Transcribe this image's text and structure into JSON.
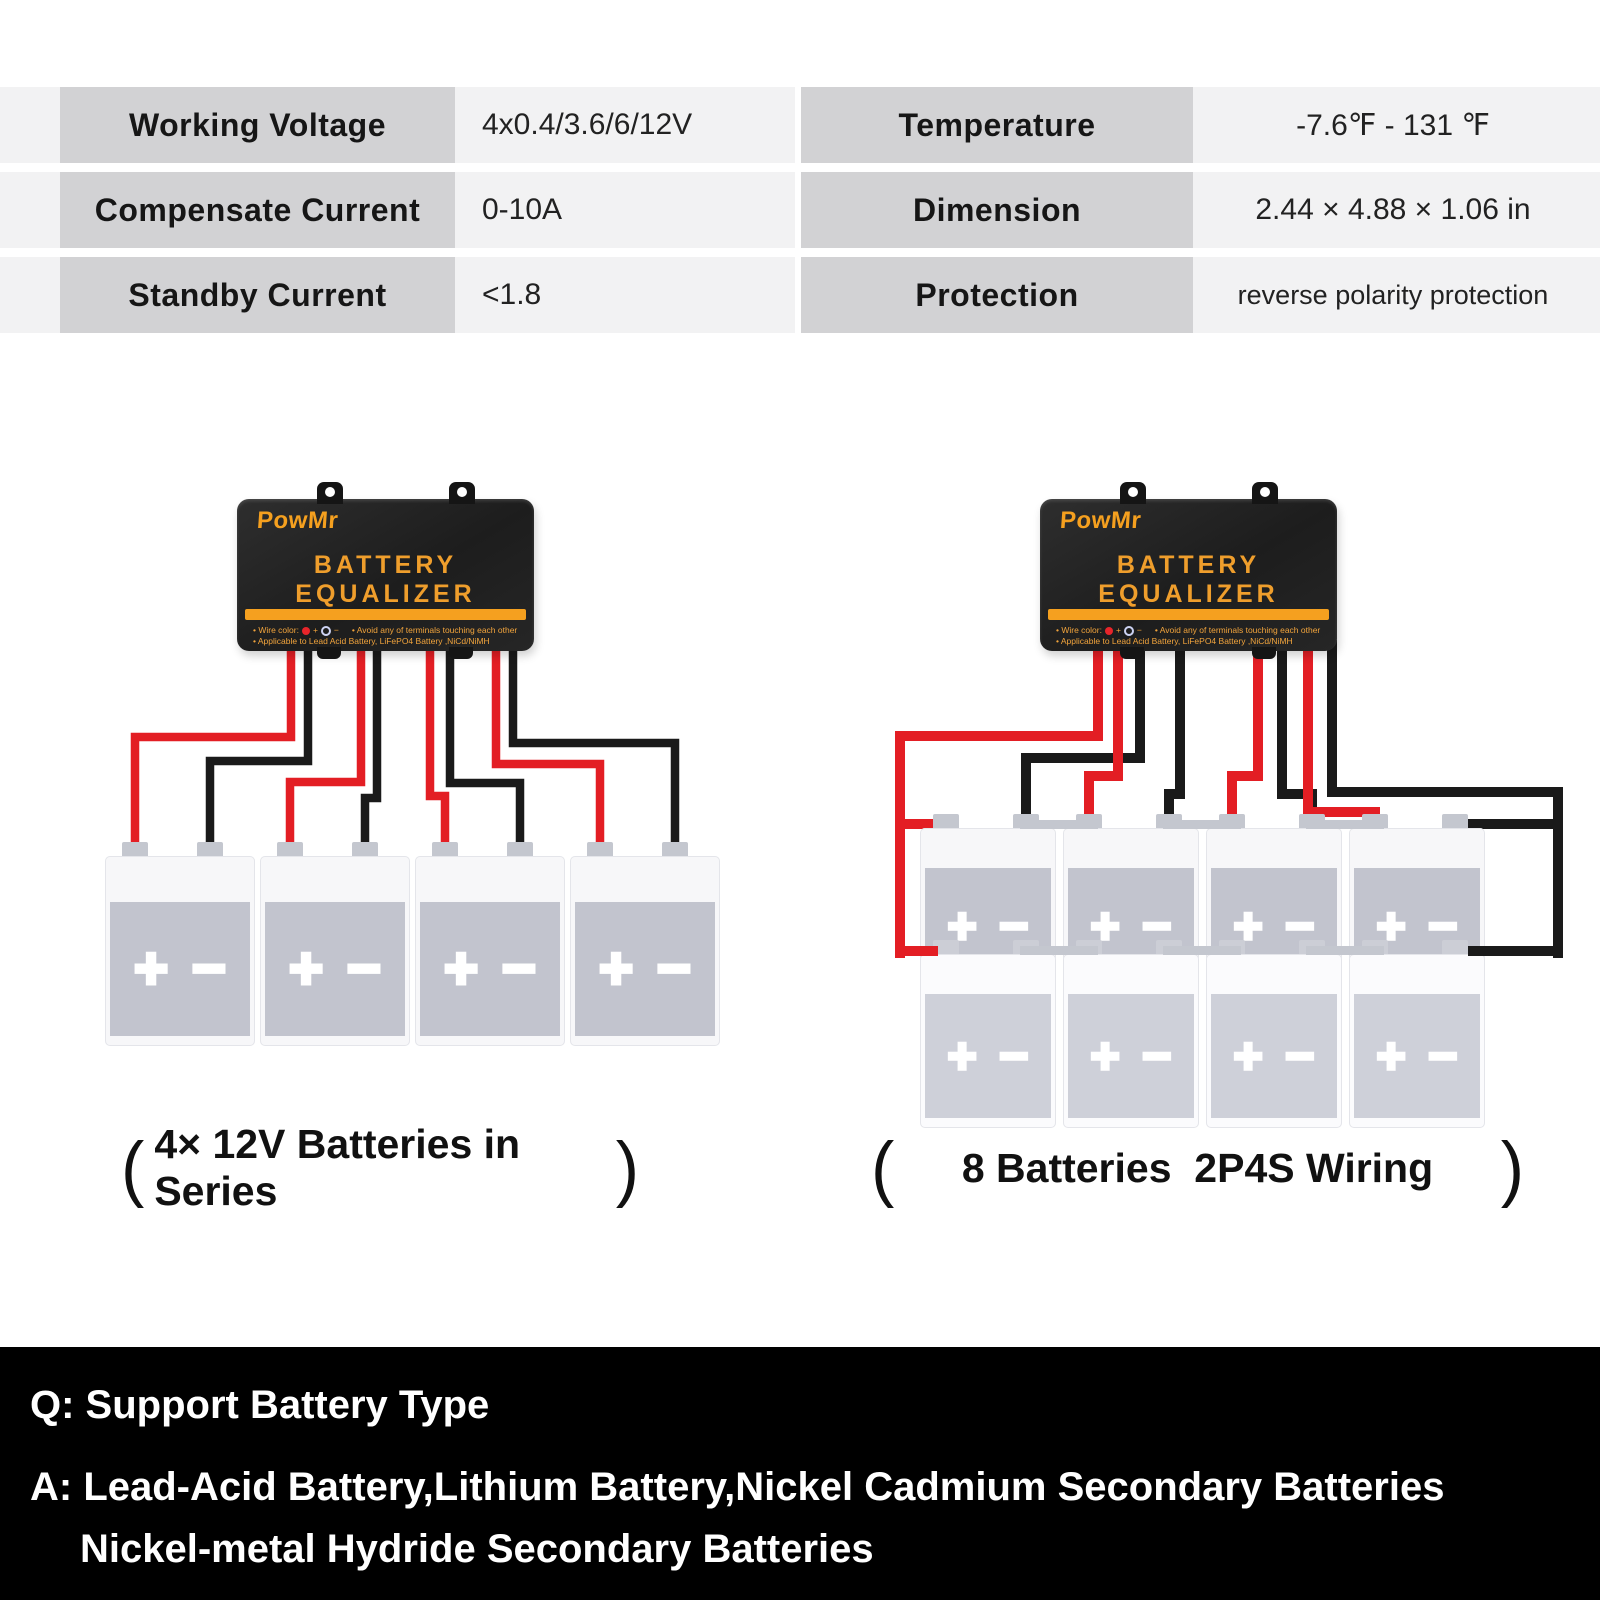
{
  "colors": {
    "wire_red": "#e31e24",
    "wire_black": "#1a1a1a",
    "accent_orange": "#f5a01f",
    "battery_gray": "#c2c4ce",
    "table_label_bg": "#d2d2d4",
    "table_value_bg": "#f2f2f3",
    "qa_bg": "#000000"
  },
  "spec_table": {
    "left_rows": [
      {
        "label": "Working Voltage",
        "value": "4x0.4/3.6/6/12V"
      },
      {
        "label": "Compensate Current",
        "value": "0-10A"
      },
      {
        "label": "Standby Current",
        "value": "<1.8"
      }
    ],
    "right_rows": [
      {
        "label": "Temperature",
        "value": "-7.6℉ - 131 ℉"
      },
      {
        "label": "Dimension",
        "value": "2.44 × 4.88 × 1.06 in"
      },
      {
        "label": "Protection",
        "value": "reverse polarity protection"
      }
    ]
  },
  "device": {
    "brand": "PowMr",
    "title": "BATTERY EQUALIZER",
    "wire_color_label": "• Wire color:",
    "plus_sign": "+",
    "minus_sign": "−",
    "avoid_note": "• Avoid any of terminals touching each other",
    "applicable_note": "• Applicable to Lead Acid Battery, LiFePO4 Battery ,NiCd/NiMH"
  },
  "battery": {
    "plus": "+",
    "minus": "−"
  },
  "captions": {
    "left": {
      "open": "(",
      "text": "4× 12V Batteries in Series",
      "close": ")"
    },
    "right": {
      "open": "(",
      "text": "8 Batteries  2P4S Wiring",
      "close": ")"
    }
  },
  "qa": {
    "question": "Q: Support Battery Type",
    "answer_line1": "A: Lead-Acid Battery,Lithium Battery,Nickel Cadmium Secondary Batteries",
    "answer_line2": "Nickel-metal Hydride Secondary Batteries"
  }
}
